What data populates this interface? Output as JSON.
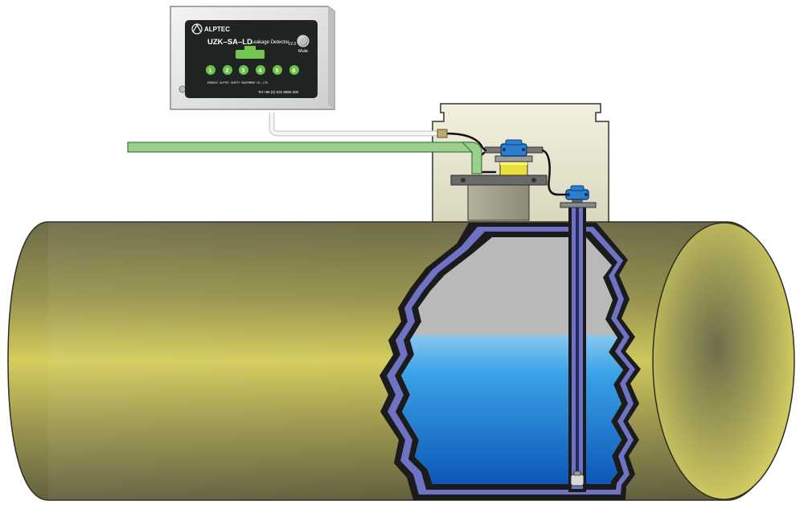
{
  "panel": {
    "brand": "ALPTEC",
    "model": "UZK–SA–LD",
    "product": "Leakage Detector",
    "version": "V2.0",
    "mute_label": "Mute",
    "zones": [
      "1",
      "2",
      "3",
      "4",
      "5",
      "6"
    ],
    "company": "ERKOSIC ALPTEC SAFETY EQUIPMENT CO.,LTD",
    "tel": "Tel:+86 (0) 532 8880 400"
  },
  "colors": {
    "tank_body": "#8a8750",
    "tank_highlight": "#d6cf62",
    "liquid": "#2b98e0",
    "interstitial": "#6e73c4",
    "led_green": "#6dc34a",
    "manhole": "#e8e6cf",
    "cable": "#97cf8a"
  }
}
